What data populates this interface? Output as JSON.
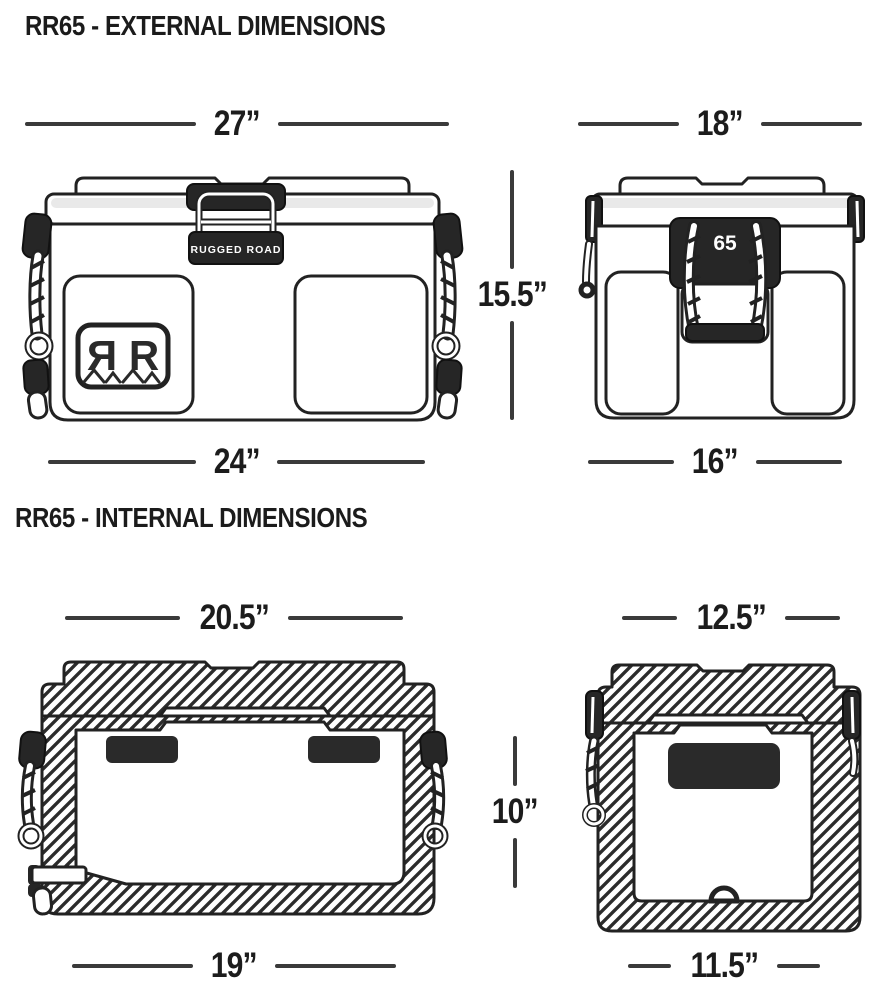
{
  "colors": {
    "ink": "#231f20",
    "dimension_line": "#3a3a3a",
    "dark_fill": "#262626",
    "lid_shade": "#e9e9e9",
    "background": "#ffffff"
  },
  "external": {
    "title": "RR65 - EXTERNAL DIMENSIONS",
    "front_view": {
      "width_top": "27”",
      "width_bottom": "24”",
      "latch_label": "RUGGED ROAD",
      "logo": {
        "left": "R",
        "right": "R"
      }
    },
    "side_view": {
      "width_top": "18”",
      "width_bottom": "16”",
      "size_badge": "65"
    },
    "height": "15.5”"
  },
  "internal": {
    "title": "RR65 - INTERNAL DIMENSIONS",
    "front_view": {
      "width_top": "20.5”",
      "width_bottom": "19”"
    },
    "side_view": {
      "width_top": "12.5”",
      "width_bottom": "11.5”"
    },
    "height": "10”"
  }
}
